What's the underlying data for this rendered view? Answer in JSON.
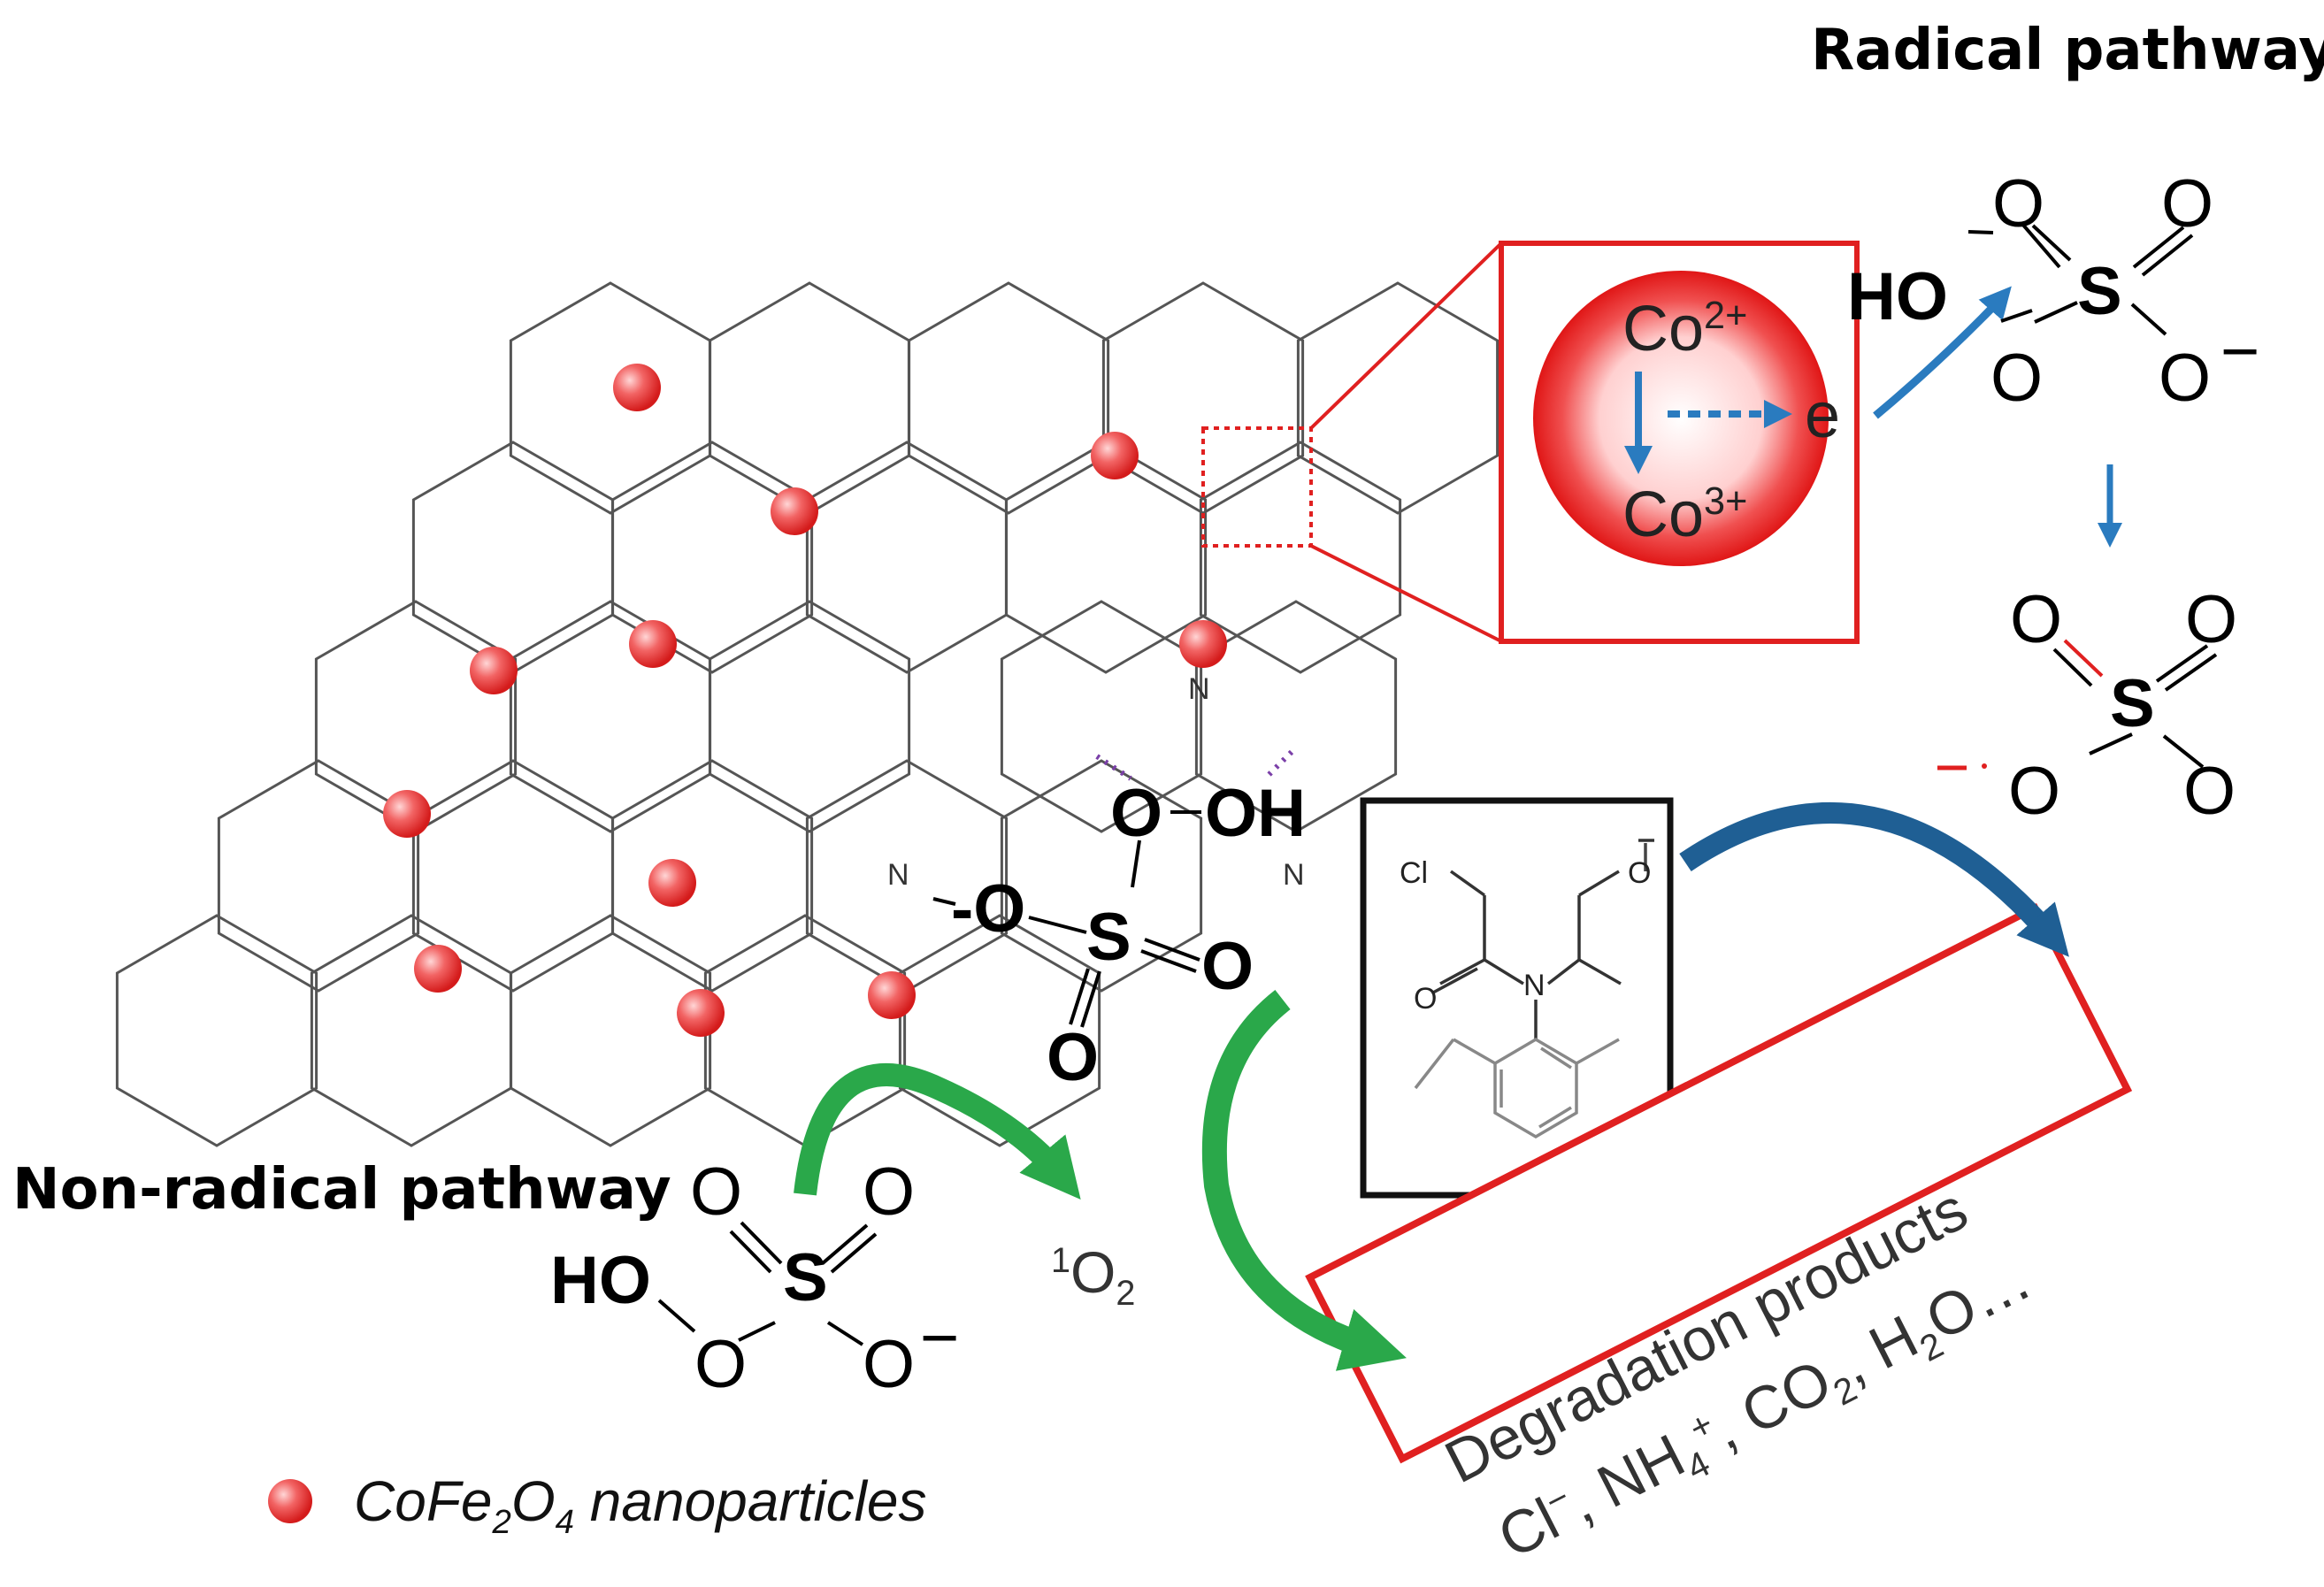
{
  "labels": {
    "radical_pathway": "Radical pathway",
    "non_radical_pathway": "Non-radical pathway",
    "legend": "CoFe2O4 nanoparticles",
    "co2_ion": "Co2+",
    "co3_ion": "Co3+",
    "electron": "e",
    "singlet_oxygen": "1O2",
    "degradation_title": "Degradation products",
    "degradation_products": "Cl−, NH4+, CO2, H2O…"
  },
  "pms_radical": {
    "o_top_left": "O",
    "o_top_right": "O",
    "ho": "HO",
    "s": "S",
    "o_left": "O",
    "o_minus": "O",
    "minus": "−"
  },
  "sulfate_radical": {
    "o_top_left": "O",
    "o_top_right": "O",
    "s": "S",
    "o_bottom_left": "O",
    "o_bottom_right": "O"
  },
  "pms_nonradical": {
    "o_top_left": "O",
    "o_top_right": "O",
    "ho": "HO",
    "s": "S",
    "o_bottom_left": "O",
    "o_minus": "O",
    "minus": "−"
  },
  "pms_bound": {
    "o_top": "O",
    "oh": "OH",
    "o_left": "-O",
    "s": "S",
    "o_right": "O",
    "o_bottom": "O",
    "n1": "N",
    "n2": "N",
    "n3": "N"
  },
  "pollutant": {
    "cl": "Cl",
    "o_carbonyl": "O",
    "n": "N",
    "o_ether": "O"
  },
  "colors": {
    "nanoparticle": "#f04040",
    "frame_red": "#e02020",
    "blue_arrow": "#2a7bbf",
    "green_arrow": "#2aa84a",
    "dark_blue_arrow": "#1f5f94",
    "lattice": "#555555",
    "purple_dots": "#7a3fa8"
  },
  "icons": [
    "nanoparticle-icon",
    "electron-transfer-arrow-icon",
    "reaction-arrow-icon"
  ]
}
